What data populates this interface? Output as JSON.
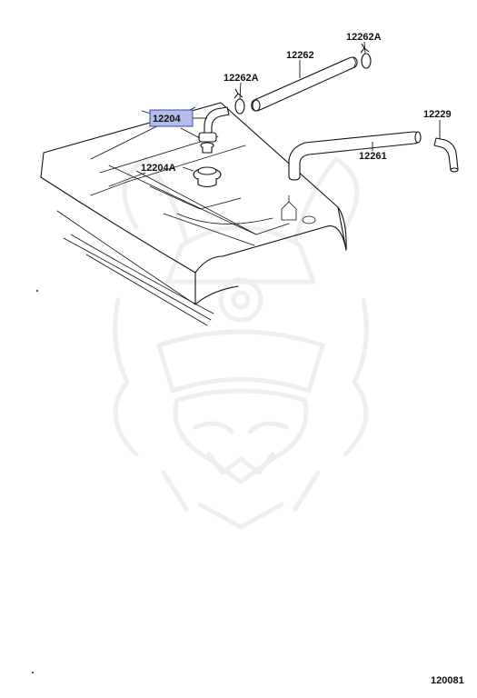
{
  "diagram": {
    "highlight_color": "#b4bde8",
    "highlight_border": "#3a4aa0",
    "labels": {
      "l_12204": "12204",
      "l_12204a": "12204A",
      "l_12262": "12262",
      "l_12262a_left": "12262A",
      "l_12262a_right": "12262A",
      "l_12229": "12229",
      "l_12261": "12261"
    },
    "highlighted_part": "12204",
    "reference_code": "120081",
    "watermark": "samurai-helmet-logo"
  }
}
